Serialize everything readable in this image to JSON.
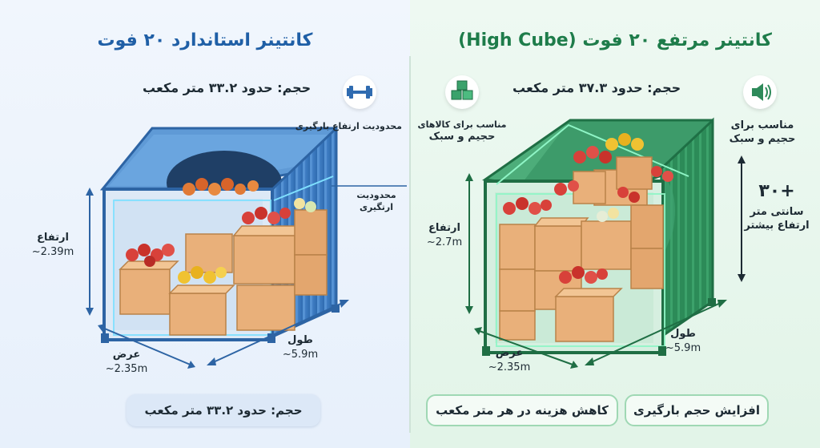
{
  "left": {
    "title": "کانتینر استاندارد ۲۰ فوت",
    "volume": "حجم: حدود ۳۳.۲ متر مکعب",
    "icon_label": "محدودیت ارتفاع بارگیری",
    "height_limit": [
      "محدودیت",
      "ارتگیری"
    ],
    "height_label": "ارتفاع",
    "height_value": "~2.39m",
    "width_label": "عرض",
    "width_value": "~2.35m",
    "length_label": "طول",
    "length_value": "~5.9m",
    "bottom_pill": "حجم: حدود ۳۳.۲ متر مکعب",
    "icon": "dumbbell-icon"
  },
  "right": {
    "title": "کانتینر مرتفع ۲۰ فوت (High Cube)",
    "volume": "حجم: حدود ۳۷.۳ متر مکعب",
    "icon1_label": [
      "مناسب برای کالاهای",
      "حجیم و سبک"
    ],
    "icon2_label": [
      "مناسب برای",
      "حجیم و سبک"
    ],
    "extra_height_value": "+۳۰",
    "extra_height_text": [
      "سانتی متر",
      "ارتفاع بیشتر"
    ],
    "height_label": "ارتفاع",
    "height_value": "~2.7m",
    "width_label": "عرض",
    "width_value": "~2.35m",
    "length_label": "طول",
    "length_value": "~5.9m",
    "pill_cost": "کاهش هزینه در هر متر مکعب",
    "pill_capacity": "افزایش حجم بارگیری",
    "icon1": "boxes-icon",
    "icon2": "speaker-icon"
  },
  "colors": {
    "left_accent": "#1f5fa6",
    "right_accent": "#1e7c4a",
    "container_blue": "#3d7fc4",
    "container_green": "#2e8a5a",
    "box": "#e9b07a",
    "flower_red": "#d8413a",
    "flower_yellow": "#f0c232"
  }
}
